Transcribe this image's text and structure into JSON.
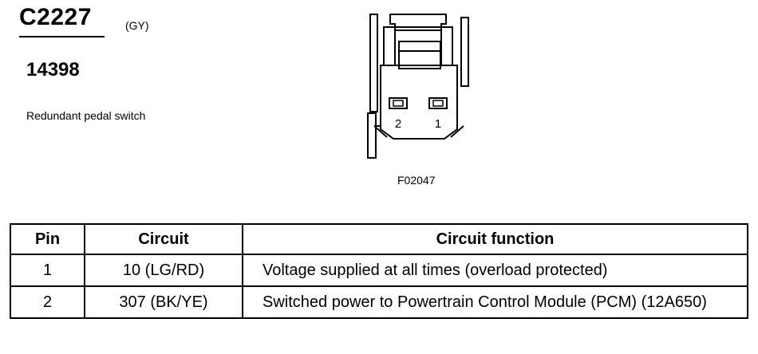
{
  "connector": {
    "id": "C2227",
    "color": "(GY)",
    "part_number": "14398",
    "description": "Redundant pedal switch"
  },
  "figure": {
    "code": "F02047",
    "pin_labels": [
      "2",
      "1"
    ]
  },
  "table": {
    "headers": [
      "Pin",
      "Circuit",
      "Circuit function"
    ],
    "rows": [
      {
        "pin": "1",
        "circuit": "10 (LG/RD)",
        "function": "Voltage supplied at all times (overload protected)"
      },
      {
        "pin": "2",
        "circuit": "307 (BK/YE)",
        "function": "Switched power  to Powertrain Control Module (PCM) (12A650)"
      }
    ]
  }
}
